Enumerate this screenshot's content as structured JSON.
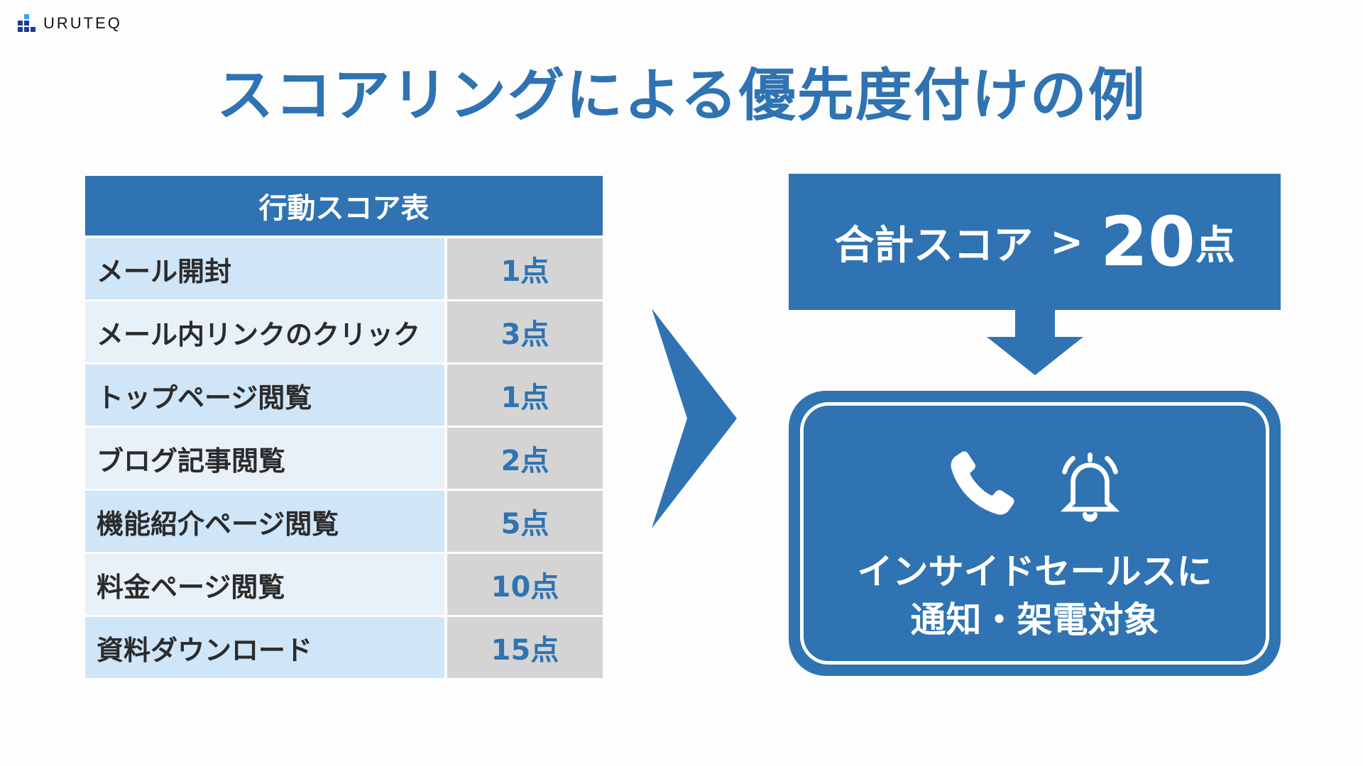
{
  "brand": {
    "name": "URUTEQ",
    "colors": {
      "primary": "#2f73b2",
      "accent": "#3aa0f0",
      "dark": "#1f3b8f"
    }
  },
  "title": "スコアリングによる優先度付けの例",
  "table": {
    "header": "行動スコア表",
    "rows": [
      {
        "action": "メール開封",
        "score": "1点"
      },
      {
        "action": "メール内リンクのクリック",
        "score": "3点"
      },
      {
        "action": "トップページ閲覧",
        "score": "1点"
      },
      {
        "action": "ブログ記事閲覧",
        "score": "2点"
      },
      {
        "action": "機能紹介ページ閲覧",
        "score": "5点"
      },
      {
        "action": "料金ページ閲覧",
        "score": "10点"
      },
      {
        "action": "資料ダウンロード",
        "score": "15点"
      }
    ]
  },
  "threshold": {
    "label": "合計スコア",
    "operator": ">",
    "value": "20",
    "unit": "点"
  },
  "result": {
    "icons": [
      "phone-icon",
      "bell-icon"
    ],
    "line1": "インサイドセールスに",
    "line2": "通知・架電対象"
  }
}
